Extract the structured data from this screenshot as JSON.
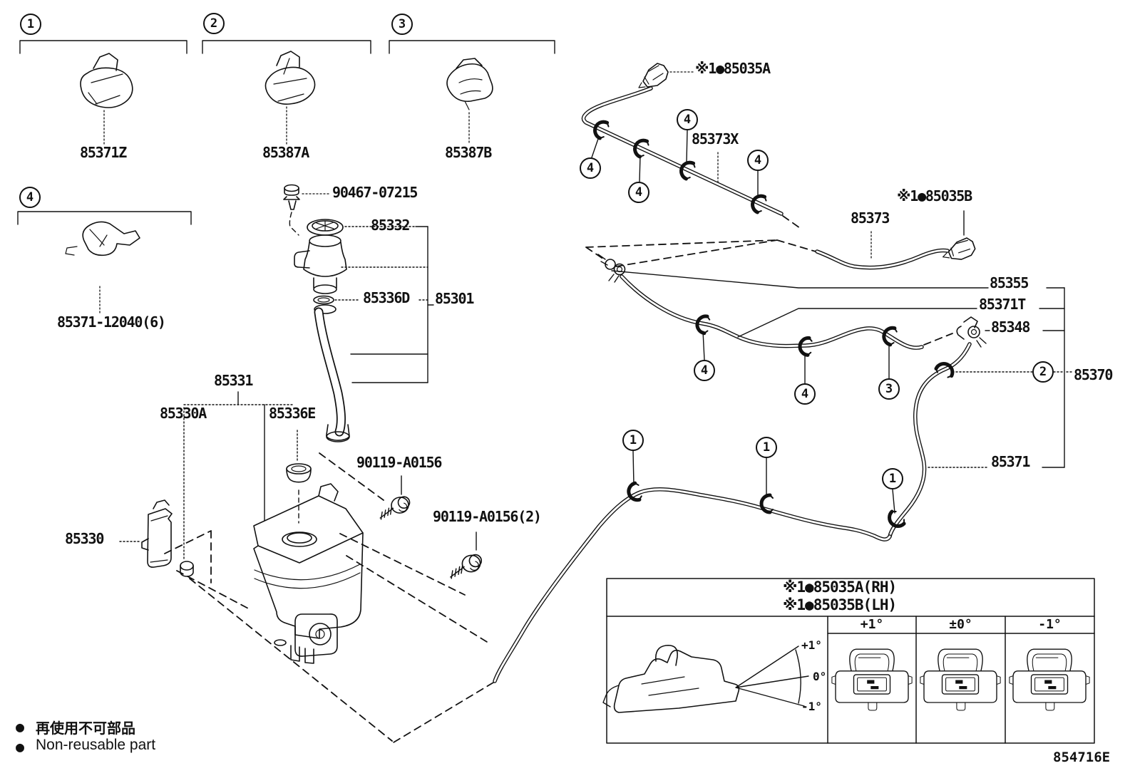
{
  "code": "854716E",
  "legend": {
    "bullet": "●",
    "line1_jp": "再使用不可部品",
    "line2_en": "Non-reusable part"
  },
  "parts": {
    "n85371Z": "85371Z",
    "n85387A": "85387A",
    "n85387B": "85387B",
    "n85371_12040": "85371-12040(6)",
    "n90467": "90467-07215",
    "n85332": "85332",
    "n85336D": "85336D",
    "n85301": "85301",
    "n85331": "85331",
    "n85330A": "85330A",
    "n85336E": "85336E",
    "n90119": "90119-A0156",
    "n90119_2": "90119-A0156(2)",
    "n85330": "85330",
    "n85035A": "※1●85035A",
    "n85373X": "85373X",
    "n85035B": "※1●85035B",
    "n85373": "85373",
    "n85355": "85355",
    "n85371T": "85371T",
    "n85348": "85348",
    "n85370": "85370",
    "n85371": "85371"
  },
  "callouts": {
    "section1": "1",
    "section2": "2",
    "section3": "3",
    "section4": "4",
    "top_hose": [
      "4",
      "4",
      "4",
      "4"
    ],
    "mid_hose": [
      "4",
      "4",
      "3"
    ],
    "quarter_hose": "2",
    "bottom_hose": [
      "1",
      "1",
      "1"
    ]
  },
  "table": {
    "note_rh": "※1●85035A(RH)",
    "note_lh": "※1●85035B(LH)",
    "columns": [
      "+1°",
      "±0°",
      "-1°"
    ],
    "fan_angles": [
      "+1°",
      "0°",
      "-1°"
    ]
  }
}
